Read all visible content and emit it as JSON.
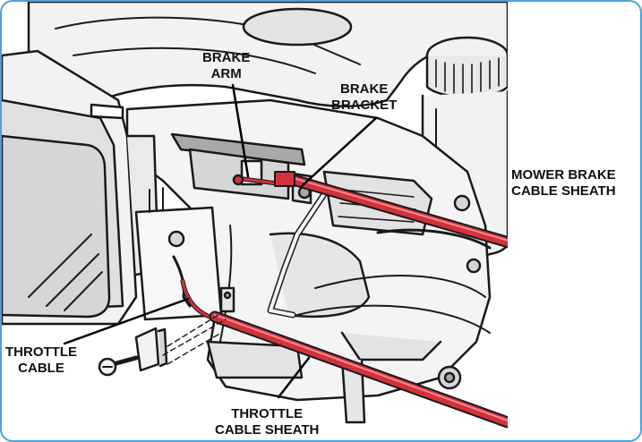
{
  "labels": {
    "brake_arm": [
      "BRAKE",
      "ARM"
    ],
    "brake_bracket": [
      "BRAKE",
      "BRACKET"
    ],
    "mower_brake_cable_sheath": [
      "MOWER BRAKE",
      "CABLE SHEATH"
    ],
    "throttle_cable": [
      "THROTTLE",
      "CABLE"
    ],
    "throttle_cable_sheath": [
      "THROTTLE",
      "CABLE SHEATH"
    ]
  },
  "colors": {
    "cable": "#d2323c",
    "cable_highlight": "#ef8a8f",
    "outline": "#1a1a1a",
    "fill_light": "#f2f2f2",
    "fill_mid": "#d6d6d6",
    "fill_dark": "#a9a9a9",
    "border": "#4aa3d8"
  }
}
